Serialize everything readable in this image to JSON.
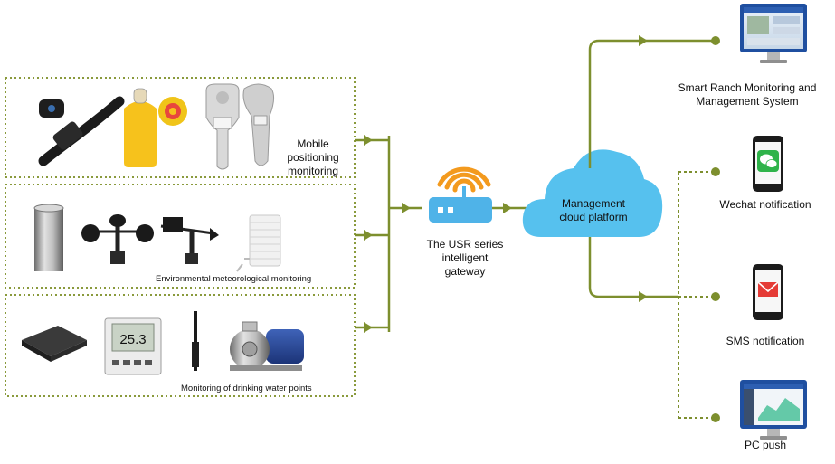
{
  "groups": {
    "mobile": {
      "label": "Mobile\npositioning\nmonitoring"
    },
    "environment": {
      "label": "Environmental meteorological monitoring"
    },
    "water": {
      "label": "Monitoring of drinking water points"
    }
  },
  "gateway": {
    "label": "The USR series\nintelligent\ngateway"
  },
  "cloud": {
    "label": "Management\ncloud platform"
  },
  "outputs": {
    "ranch": {
      "label": "Smart Ranch Monitoring and\nManagement System"
    },
    "wechat": {
      "label": "Wechat notification"
    },
    "sms": {
      "label": "SMS notification"
    },
    "pc": {
      "label": "PC push"
    }
  },
  "thermo_display": "25.3",
  "colors": {
    "line": "#7d8f2e",
    "box_border": "#8a9a3c",
    "wifi_orange": "#f39a1e",
    "router_blue": "#4fb3e8",
    "cloud_blue": "#56c1ee",
    "wechat_green": "#2fb34a",
    "sms_red": "#e53b36"
  }
}
